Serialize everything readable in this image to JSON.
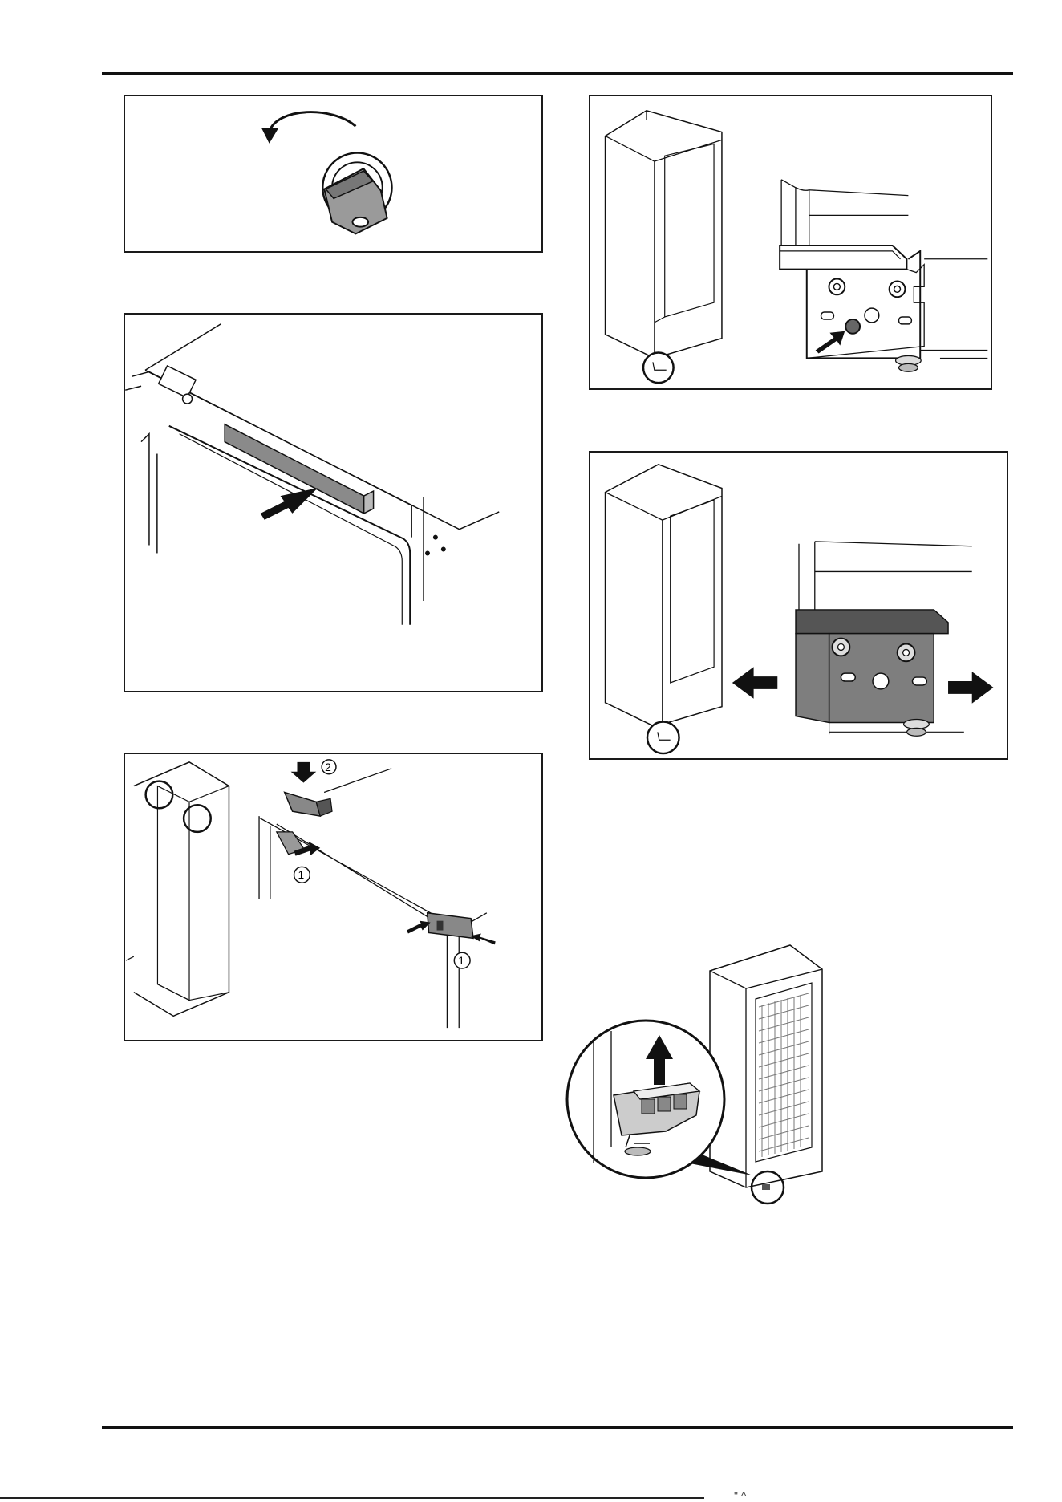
{
  "figures": [
    {
      "id": "key-turn",
      "icon": "key-turn-counterclockwise-icon"
    },
    {
      "id": "top-cover-strip",
      "icon": "push-cover-strip-icon"
    },
    {
      "id": "clip-install",
      "icon": "clip-mounting-icon",
      "callouts": [
        "2",
        "1",
        "1"
      ]
    },
    {
      "id": "hinge-screw-removal",
      "icon": "hinge-bracket-screw-icon"
    },
    {
      "id": "hinge-adjust",
      "icon": "hinge-bracket-slide-icon"
    },
    {
      "id": "foot-cover-removal",
      "icon": "foot-cover-lift-icon"
    }
  ],
  "footer": {
    "mark": "\" ^"
  },
  "colors": {
    "line": "#1a1a1a",
    "part_gray": "#7a7a7a",
    "light_gray": "#d8d8d8"
  }
}
